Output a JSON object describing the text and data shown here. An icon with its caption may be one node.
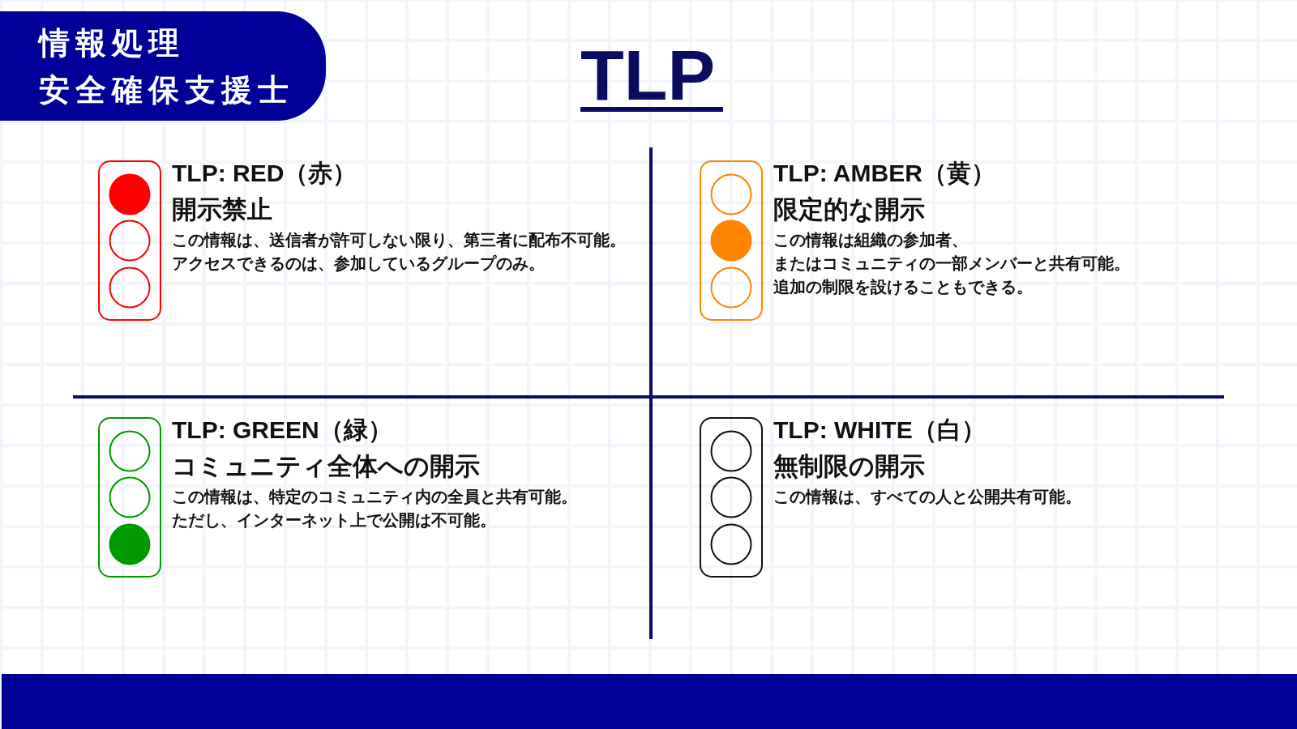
{
  "diagram": {
    "title": "TLP",
    "nodes": [
      {
        "text": [
          "情報処理",
          "安全確保支援士"
        ]
      },
      {
        "text": [],
        "shape": "picture",
        "beside": [
          "TLP: RED（赤）",
          "開示禁止",
          "この情報は、送信者が許可しない限り、第三者に配布不可能。",
          "アクセスできるのは、参加しているグループのみ。"
        ]
      },
      {
        "text": [],
        "shape": "picture",
        "beside": [
          "TLP: AMBER（黄）",
          "限定的な開示",
          "この情報は組織の参加者、",
          "またはコミュニティの一部メンバーと共有可能。",
          "追加の制限を設けることもできる。"
        ]
      },
      {
        "text": [],
        "shape": "picture",
        "beside": [
          "TLP: GREEN（緑）",
          "コミュニティ全体への開示",
          "この情報は、特定のコミュニティ内の全員と共有可能。",
          "ただし、インターネット上で公開は不可能。"
        ]
      },
      {
        "text": [],
        "shape": "picture",
        "beside": [
          "TLP: WHITE（白）",
          "無制限の開示",
          "この情報は、すべての人と公開共有可能。"
        ]
      }
    ]
  }
}
